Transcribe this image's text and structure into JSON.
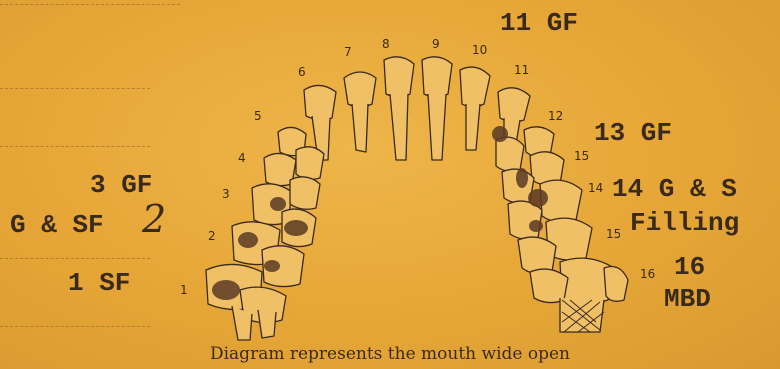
{
  "annotations": {
    "upper_right": "11 GF",
    "right_mid": "13 GF",
    "right_14_line1": "14 G & S",
    "right_14_line2": "Filling",
    "right_16_line1": "16",
    "right_16_line2": "MBD",
    "left_3": "3 GF",
    "left_2_text": "G & SF",
    "left_2_hand": "2",
    "left_1": "1 SF"
  },
  "tooth_numbers": [
    "1",
    "2",
    "3",
    "4",
    "5",
    "6",
    "7",
    "8",
    "9",
    "10",
    "11",
    "12",
    "15",
    "14",
    "15",
    "16"
  ],
  "caption": "Diagram represents the mouth wide open"
}
